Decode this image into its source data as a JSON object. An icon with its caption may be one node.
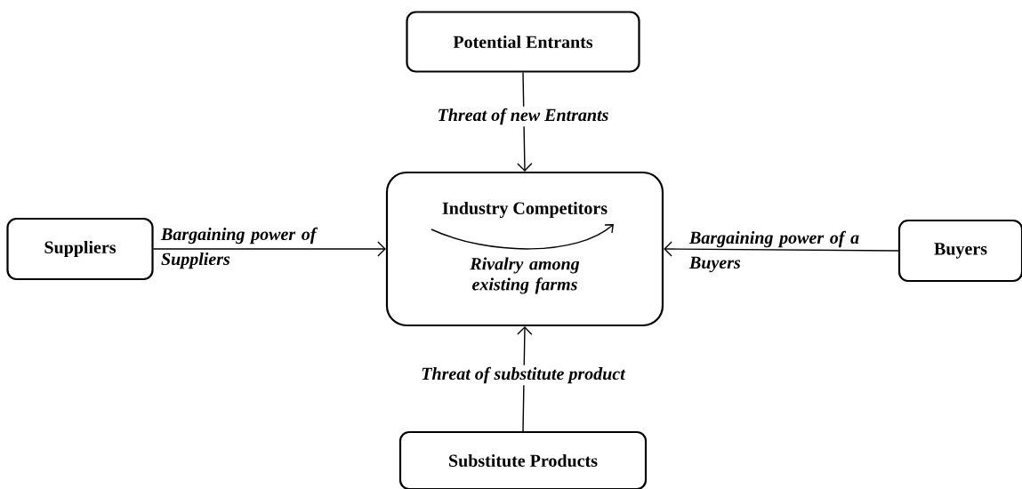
{
  "diagram": {
    "nodes": [
      {
        "text": [
          "Potential Entrants"
        ]
      },
      {
        "text": [
          "Industry Competitors",
          "Rivalry among existing farms"
        ]
      },
      {
        "text": [
          "Suppliers"
        ]
      },
      {
        "text": [
          "Buyers"
        ]
      },
      {
        "text": [
          "Substitute Products"
        ]
      }
    ],
    "edges": [
      {
        "from": 0,
        "to": 1,
        "arrow": "to",
        "label": "Threat of new Entrants"
      },
      {
        "from": 2,
        "to": 1,
        "arrow": "to",
        "label": "Bargaining power of Suppliers"
      },
      {
        "from": 3,
        "to": 1,
        "arrow": "to",
        "label": "Bargaining power of a Buyers"
      },
      {
        "from": 4,
        "to": 1,
        "arrow": "to",
        "label": "Threat of substitute product"
      }
    ]
  }
}
